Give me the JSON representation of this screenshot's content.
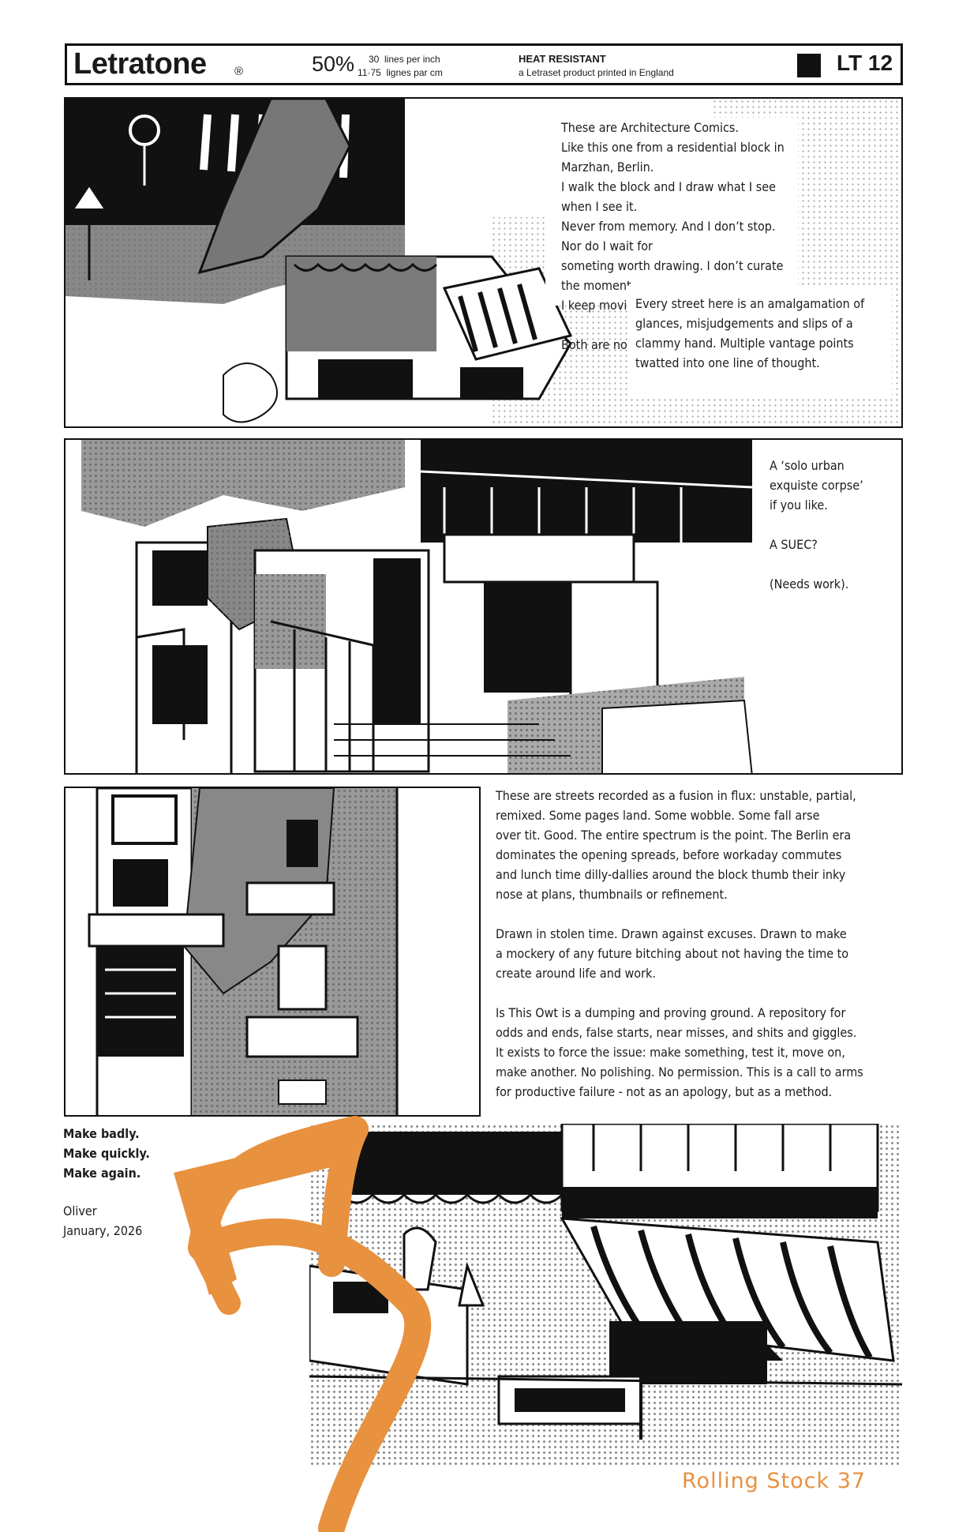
{
  "header": {
    "brand": "Letratone",
    "brand_mark": "®",
    "percent": "50%",
    "lines_metric_1": "30  lines per inch",
    "lines_metric_2": "11·75  lignes par cm",
    "heat_title": "HEAT RESISTANT",
    "heat_sub": "a Letraset product printed in England",
    "code": "LT 12"
  },
  "panel1": {
    "para1": [
      "These are Architecture Comics.",
      "Like this one from a residential block in Marzhan, Berlin.",
      "I walk the block and I draw what I see when I see it.",
      "Never from memory. And I don’t stop. Nor do I wait for",
      "someting worth drawing. I don’t curate the moment.",
      "I keep moving, for better and worse."
    ],
    "para2": "Both are non-negotiable.",
    "para3": [
      "Every street here is an amalgamation of",
      "glances, misjudgements and slips of a",
      "clammy hand. Multiple vantage points",
      "twatted into one line of thought."
    ]
  },
  "panel2": {
    "lines": [
      "A ‘solo urban",
      "exquiste corpse’",
      "if you like."
    ],
    "suec": "A SUEC?",
    "needs": "(Needs work)."
  },
  "panel3": {
    "para1": [
      "These are streets recorded as a fusion in flux: unstable, partial,",
      "remixed. Some pages land. Some wobble. Some fall arse",
      "over tit. Good. The entire spectrum is the point. The Berlin era",
      "dominates the opening spreads, before workaday commutes",
      "and lunch time dilly-dallies around the block thumb their inky",
      "nose at plans, thumbnails or refinement."
    ],
    "para2": [
      "Drawn in stolen time. Drawn against excuses. Drawn to make",
      "a mockery of any future bitching about not having the time to",
      "create around life and work."
    ],
    "para3": [
      "Is This Owt is a dumping and proving ground. A repository for",
      "odds and ends, false starts, near misses, and shits and giggles.",
      "It exists to force the issue: make something, test it, move on,",
      "make another. No polishing. No permission. This is a call to arms",
      "for productive failure - not as an apology, but as a method."
    ]
  },
  "closing": {
    "lines": [
      "Make badly.",
      "Make quickly.",
      "Make again."
    ],
    "author": "Oliver",
    "date": "January, 2026"
  },
  "footer": {
    "page_label": "Rolling Stock 37"
  },
  "colors": {
    "accent": "#e8913f",
    "ink": "#111111",
    "tone": "#8e8e8e"
  }
}
